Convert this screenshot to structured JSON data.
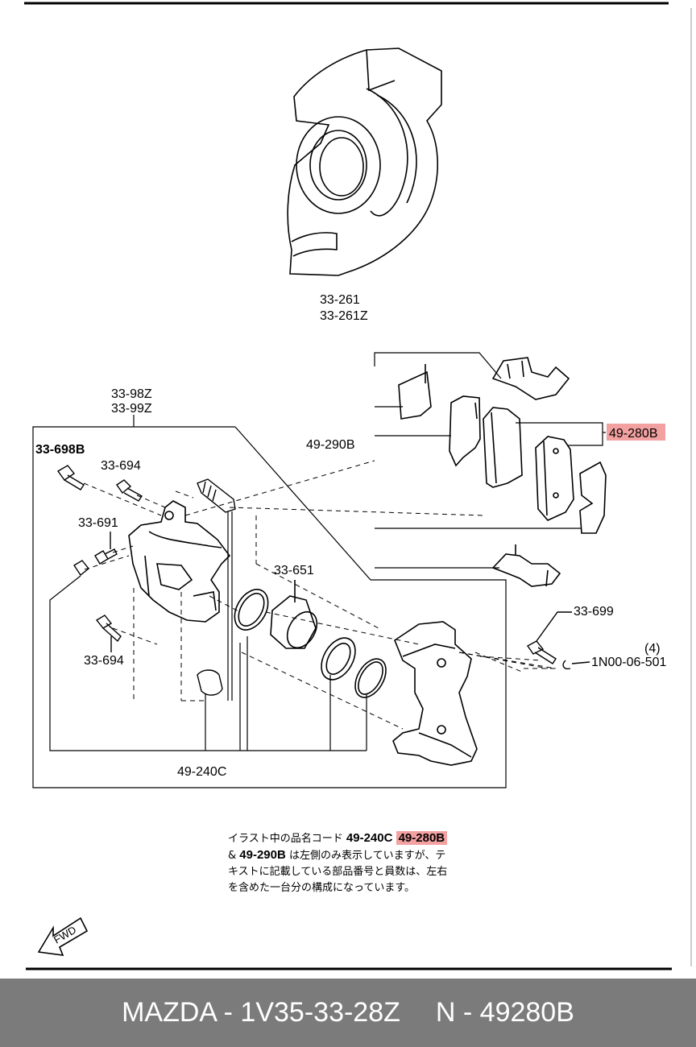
{
  "labels": {
    "dust_shield_a": "33-261",
    "dust_shield_b": "33-261Z",
    "caliper_a": "33-98Z",
    "caliper_b": "33-99Z",
    "bolt_698b": "33-698B",
    "pin_694_top": "33-694",
    "bleeder_691": "33-691",
    "pin_694_bottom": "33-694",
    "piston_seal_651": "33-651",
    "bolt_699": "33-699",
    "clip_1n00": "1N00-06-501",
    "clip_qty": "(4)",
    "pad_kit_290b": "49-290B",
    "pad_280b": "49-280B",
    "seal_kit_240c": "49-240C",
    "fwd": "FWD"
  },
  "note": {
    "line1_prefix": "イラスト中の品名コード",
    "code1": "49-240C",
    "code2": "49-280B",
    "code3_prefix": "&",
    "code3": "49-290B",
    "line2_rest": "は左側のみ表示していますが、テ",
    "line3": "キストに記載している部品番号と員数は、左右",
    "line4": "を含めた一台分の構成になっています。"
  },
  "footer": {
    "part": "MAZDA - 1V35-33-28Z",
    "code": "N - 49280B"
  },
  "colors": {
    "highlight": "#f2a0a0",
    "footer_bg": "#7b7b7b"
  }
}
